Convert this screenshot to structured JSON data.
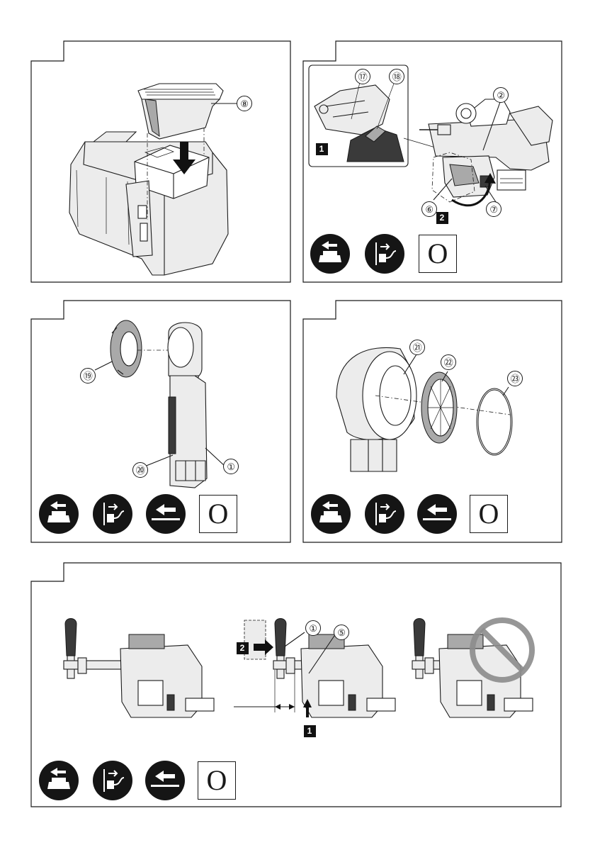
{
  "figures": [
    {
      "id": "fig-top-left",
      "callouts": [
        "⑧"
      ]
    },
    {
      "id": "fig-top-right",
      "callouts": [
        "⑰",
        "⑱",
        "②",
        "⑥",
        "⑦"
      ],
      "steps": [
        "1",
        "2"
      ],
      "zero_box": "O"
    },
    {
      "id": "fig-mid-left",
      "callouts": [
        "⑲",
        "⑳",
        "①"
      ],
      "zero_box": "O"
    },
    {
      "id": "fig-mid-right",
      "callouts": [
        "㉑",
        "㉒",
        "㉓"
      ],
      "zero_box": "O"
    },
    {
      "id": "fig-bottom",
      "callouts": [
        "①",
        "⑤"
      ],
      "steps": [
        "1",
        "2"
      ],
      "zero_box": "O"
    }
  ],
  "icons": {
    "remove_battery": "battery-removal-icon",
    "unplug": "unplug-icon",
    "remove_bit": "bit-removal-icon",
    "prohibited": "prohibited-icon"
  },
  "colors": {
    "ink": "#1a1a1a",
    "symbol_fill": "#151515",
    "prohibition_gray": "#8c8c8c"
  }
}
